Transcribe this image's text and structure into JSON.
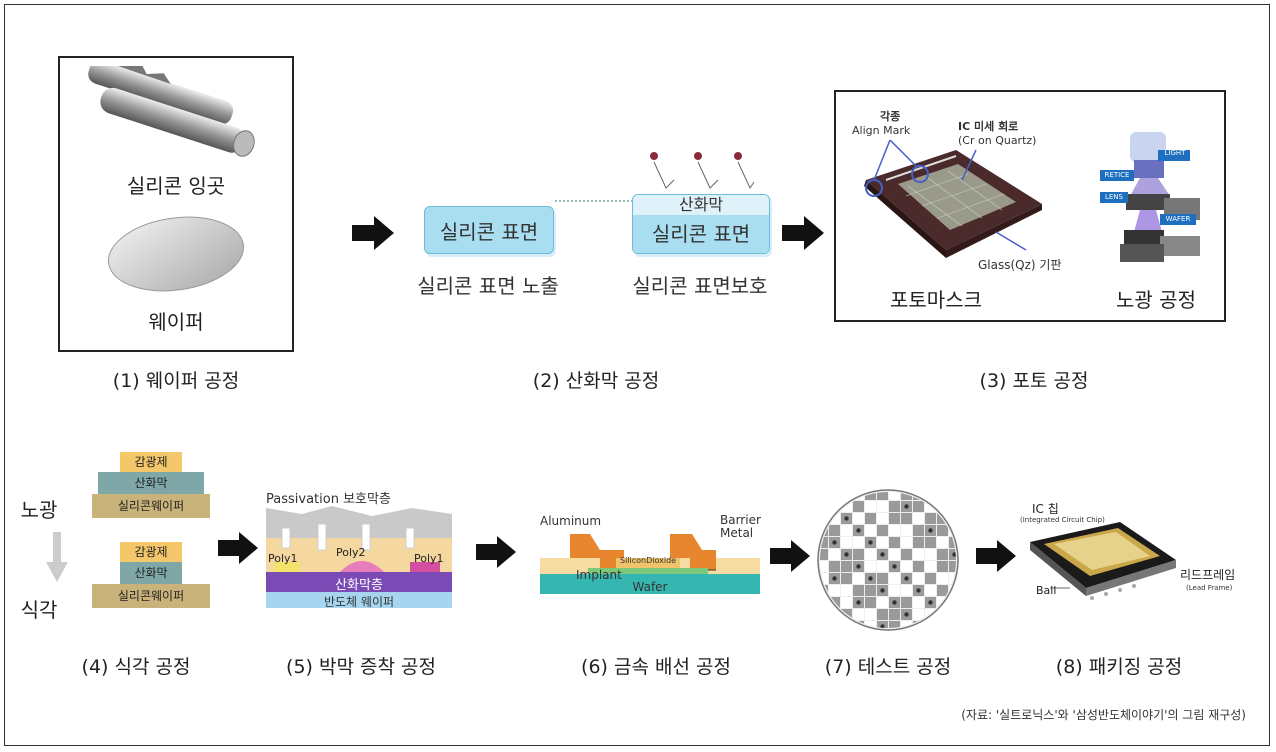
{
  "section1": {
    "ingot_label": "실리콘 잉곳",
    "wafer_label": "웨이퍼",
    "caption": "(1) 웨이퍼 공정"
  },
  "section2": {
    "box1_label": "실리콘 표면",
    "box1_caption": "실리콘 표면 노출",
    "oxide_label": "산화막",
    "box2_label": "실리콘 표면",
    "box2_caption": "실리콘 표면보호",
    "caption": "(2) 산화막 공정"
  },
  "section3": {
    "align_mark_label_1": "각종",
    "align_mark_label_2": "Align Mark",
    "ic_label_1": "IC 미세 회로",
    "ic_label_2": "(Cr on Quartz)",
    "glass_label": "Glass(Qz) 기판",
    "photomask_label": "포토마스크",
    "exposure_label": "노광 공정",
    "light": "LIGHT",
    "retice": "RETICE",
    "lens": "LENS",
    "wafer": "WAFER",
    "caption": "(3) 포토 공정"
  },
  "section4": {
    "exposure": "노광",
    "etch": "식각",
    "layer_pr": "감광제",
    "layer_oxide": "산화막",
    "layer_wafer": "실리콘웨이퍼",
    "caption": "(4) 식각 공정"
  },
  "section5": {
    "passivation": "Passivation 보호막층",
    "poly1a": "Poly1",
    "poly2": "Poly2",
    "poly1b": "Poly1",
    "oxide_layer": "산화막층",
    "semi_wafer": "반도체 웨이퍼",
    "caption": "(5) 박막 증착 공정"
  },
  "section6": {
    "aluminum": "Aluminum",
    "barrier_1": "Barrier",
    "barrier_2": "Metal",
    "silicon_dioxide": "SiliconDioxide",
    "implant": "Implant",
    "wafer": "Wafer",
    "caption": "(6) 금속 배선 공정"
  },
  "section7": {
    "caption": "(7) 테스트 공정"
  },
  "section8": {
    "ic_chip": "IC 칩",
    "ic_chip_en": "(Integrated Circuit Chip)",
    "lead_frame": "리드프레임",
    "lead_frame_en": "(Lead Frame)",
    "ball": "Ball",
    "caption": "(8) 패키징 공정"
  },
  "source": "(자료: '실트로닉스'와 '삼성반도체이야기'의 그림 재구성)",
  "colors": {
    "si_box": "#a9def0",
    "si_box_border": "#6cbbd8",
    "pr": "#f4c86a",
    "oxide": "#7fa7a8",
    "wafer": "#c9b37a",
    "arrow": "#111111"
  }
}
